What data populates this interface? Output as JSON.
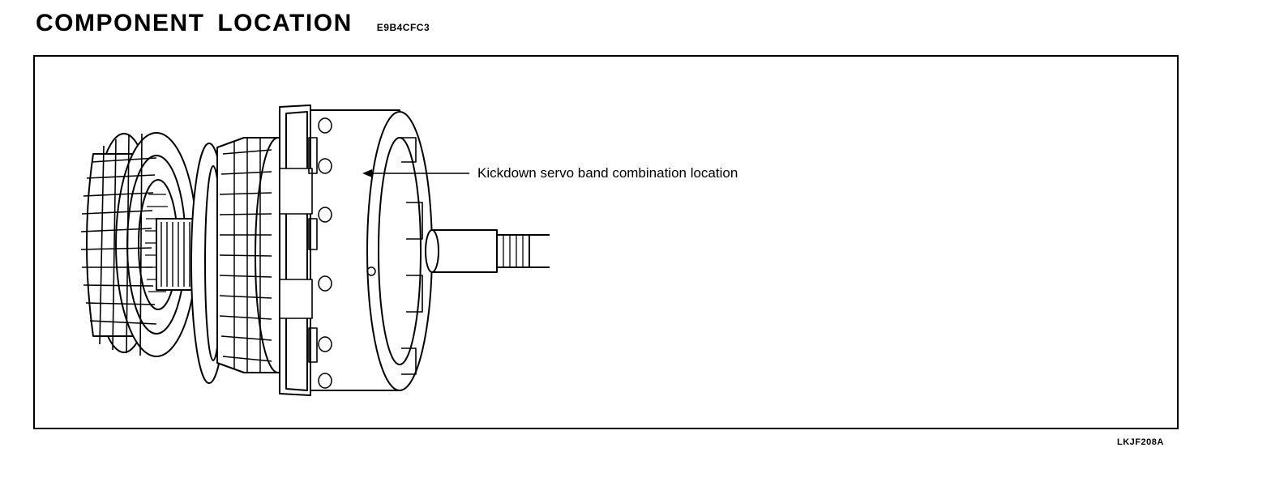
{
  "header": {
    "title": "COMPONENT LOCATION",
    "code": "E9B4CFC3"
  },
  "diagram": {
    "callout": "Kickdown servo band combination location",
    "figure_ref": "LKJF208A"
  }
}
